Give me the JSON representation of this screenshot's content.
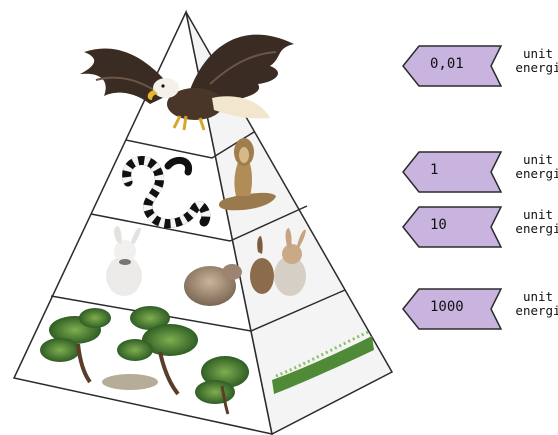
{
  "levels": [
    {
      "name": "eagle",
      "energy_value": "0,01",
      "energy_unit_line1": "unit",
      "energy_unit_line2": "energi"
    },
    {
      "name": "snakes",
      "energy_value": "1",
      "energy_unit_line1": "unit",
      "energy_unit_line2": "energi"
    },
    {
      "name": "rabbits",
      "energy_value": "10",
      "energy_unit_line1": "unit",
      "energy_unit_line2": "energi"
    },
    {
      "name": "plants",
      "energy_value": "1000",
      "energy_unit_line1": "unit",
      "energy_unit_line2": "energi"
    }
  ],
  "colors": {
    "tag_fill": "#c9b4e0",
    "tag_stroke": "#2b2b2b",
    "pyramid_stroke": "#2b2b2b",
    "pyramid_front": "#ffffff",
    "pyramid_side": "#f4f4f4"
  }
}
